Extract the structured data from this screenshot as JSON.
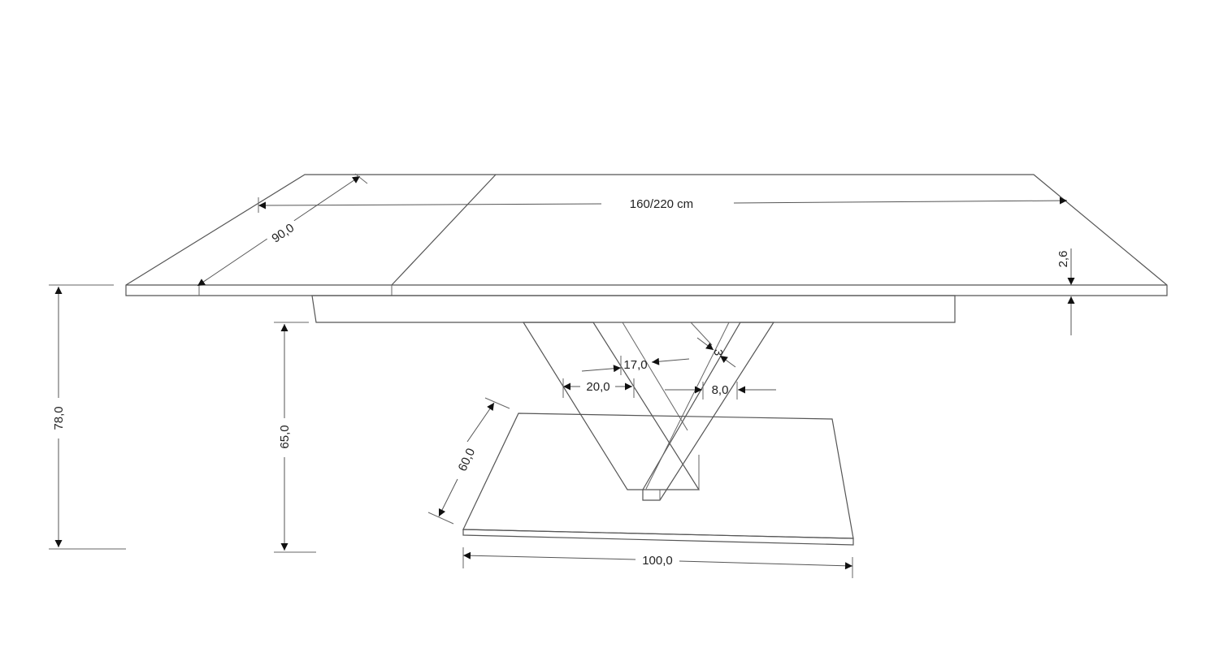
{
  "labels": {
    "length": "160/220 cm",
    "depth": "90,0",
    "top_thickness": "2,6",
    "total_height": "78,0",
    "base_height": "65,0",
    "base_depth": "60,0",
    "base_width": "100,0",
    "leg_inner": "17,0",
    "leg_outer": "20,0",
    "leg_width": "8,0",
    "leg_gap": "3"
  },
  "colors": {
    "line": "#555555",
    "arrow": "#111111",
    "background": "#ffffff"
  }
}
